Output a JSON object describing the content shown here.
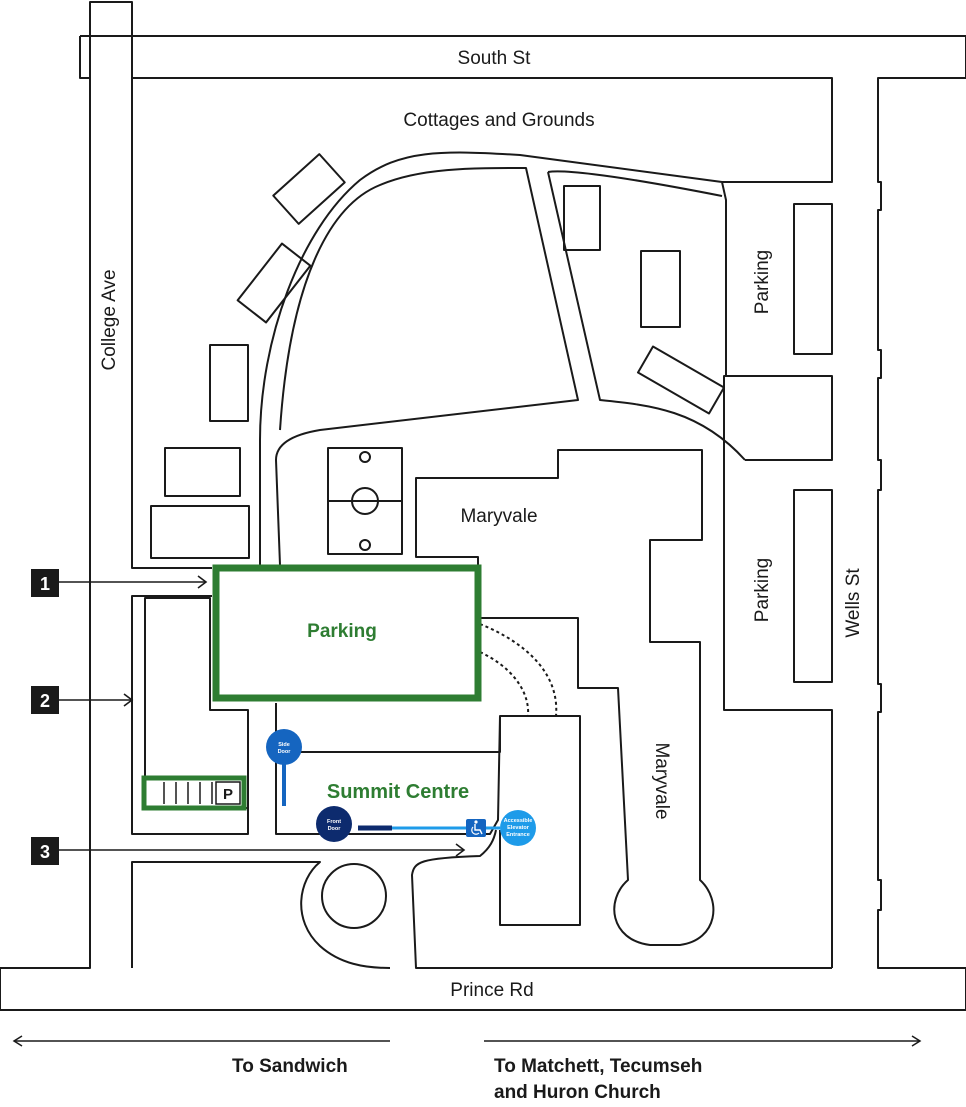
{
  "streets": {
    "south": "South St",
    "college": "College Ave",
    "wells": "Wells St",
    "prince": "Prince Rd"
  },
  "areas": {
    "cottages": "Cottages and Grounds",
    "parking_upper_right": "Parking",
    "parking_lower_right": "Parking",
    "maryvale_building": "Maryvale",
    "maryvale_wing": "Maryvale",
    "main_parking": "Parking",
    "summit_centre": "Summit Centre",
    "small_parking_p": "P"
  },
  "doors": {
    "side_door": [
      "Side",
      "Door"
    ],
    "front_door": [
      "Front",
      "Door"
    ],
    "accessible_entrance": [
      "Accessible",
      "Elevator",
      "Entrance"
    ]
  },
  "markers": [
    {
      "number": "1"
    },
    {
      "number": "2"
    },
    {
      "number": "3"
    }
  ],
  "directions": {
    "left_line1": "To Sandwich",
    "right_line1": "To Matchett, Tecumseh",
    "right_line2": "and Huron Church"
  },
  "colors": {
    "green": "#2e7d32",
    "dark_blue": "#0d2b6e",
    "mid_blue": "#1565c0",
    "light_blue": "#1e9be9",
    "marker_black": "#1a1a1a"
  },
  "icons": {
    "accessible": "wheelchair-icon"
  }
}
